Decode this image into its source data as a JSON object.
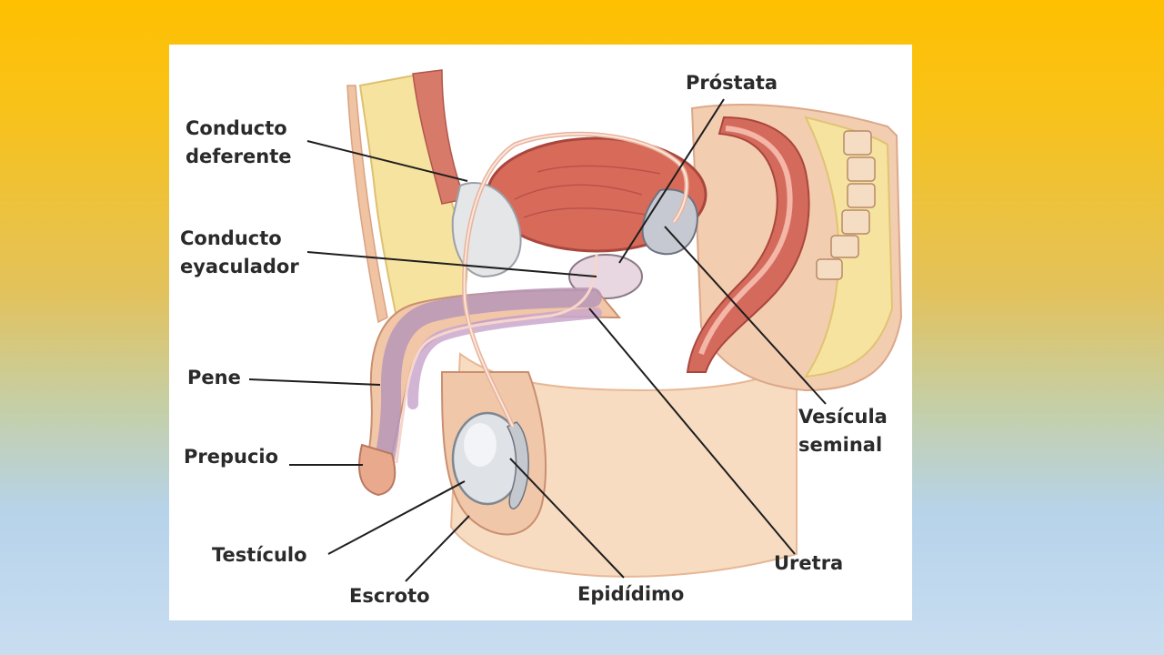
{
  "diagram": {
    "labels": {
      "prostata": "Próstata",
      "conducto_deferente": [
        "Conducto",
        "deferente"
      ],
      "conducto_eyaculador": [
        "Conducto",
        "eyaculador"
      ],
      "pene": "Pene",
      "prepucio": "Prepucio",
      "testiculo": "Testículo",
      "escroto": "Escroto",
      "epididimo": "Epidídimo",
      "uretra": "Uretra",
      "vesicula_seminal": [
        "Vesícula",
        "seminal"
      ]
    },
    "colors": {
      "background_top": "#ffc000",
      "background_bottom": "#c9ddf0",
      "panel": "#ffffff",
      "skin": "#f2c9a8",
      "muscle": "#d4675a",
      "fat": "#f5e29a",
      "testis": "#d9dde2"
    }
  }
}
